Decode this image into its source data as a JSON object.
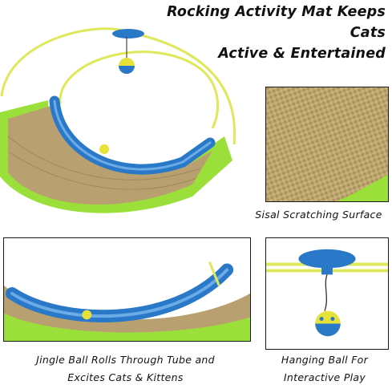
{
  "headline": {
    "line1": "Rocking Activity Mat Keeps Cats",
    "line2": "Active & Entertained"
  },
  "captions": {
    "sisal": "Sisal Scratching Surface",
    "tube_line1": "Jingle Ball Rolls Through Tube and",
    "tube_line2": "Excites Cats & Kittens",
    "ball_line1": "Hanging Ball For",
    "ball_line2": "Interactive Play"
  },
  "colors": {
    "tube_blue": "#2a78c8",
    "lime_green": "#9be03a",
    "wire_yellow": "#dfe85a",
    "sisal_tan": "#b8a070",
    "ball_yellow": "#e6e23a"
  },
  "icons": [
    "cat-toy-ball-icon",
    "sisal-texture",
    "curved-tube"
  ]
}
